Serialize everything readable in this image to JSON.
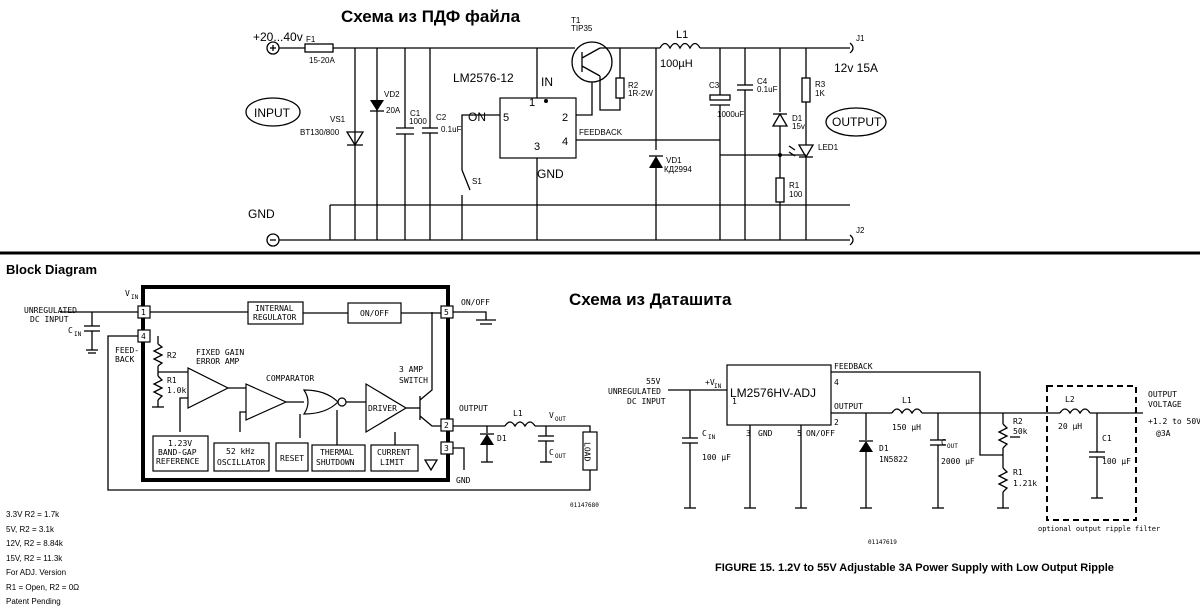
{
  "top": {
    "title": "Схема из ПДФ файла",
    "vin": "+20...40v",
    "f1": "F1",
    "fuse": "15-20A",
    "input": "INPUT",
    "gnd": "GND",
    "vs1": "VS1",
    "vs1_part": "BT130/800",
    "vd2": "VD2",
    "vd2_val": "20A",
    "c1": "C1",
    "c1_val": "1000",
    "c2": "C2",
    "c2_val": "0.1uF",
    "ic": "LM2576-12",
    "pin_in": "IN",
    "pin1": "1",
    "pin2": "2",
    "pin3": "3",
    "pin4": "4",
    "pin5": "5",
    "on": "ON",
    "feedback": "FEEDBACK",
    "gnd_pin": "GND",
    "s1": "S1",
    "t1": "T1",
    "t1_part": "TIP35",
    "r2": "R2",
    "r2_val": "1R-2W",
    "l1": "L1",
    "l1_val": "100µH",
    "vd1": "VD1",
    "vd1_part": "КД2994",
    "c3": "C3",
    "c3_val": "1000uF",
    "c4": "C4",
    "c4_val": "0.1uF",
    "r3": "R3",
    "r3_val": "1K",
    "d1": "D1",
    "d1_val": "15v",
    "led1": "LED1",
    "r1": "R1",
    "r1_val": "100",
    "j1": "J1",
    "j2": "J2",
    "out_rating": "12v 15A",
    "output": "OUTPUT"
  },
  "block": {
    "title": "Block Diagram",
    "unreg": "UNREGULATED",
    "dc_input": "DC INPUT",
    "vin": "V",
    "vin_sub": "IN",
    "cin": "C",
    "cin_sub": "IN",
    "feedback": "FEED-",
    "feedback2": "BACK",
    "r2": "R2",
    "r1": "R1",
    "r1_val": "1.0k",
    "fixed_gain": "FIXED GAIN",
    "error_amp": "ERROR AMP",
    "comparator": "COMPARATOR",
    "internal_reg": "INTERNAL",
    "internal_reg2": "REGULATOR",
    "onoff": "ON/OFF",
    "onoff_pin": "ON/OFF",
    "amp_switch": "3 AMP",
    "amp_switch2": "SWITCH",
    "driver": "DRIVER",
    "output": "OUTPUT",
    "l1": "L1",
    "vout": "V",
    "vout_sub": "OUT",
    "d1": "D1",
    "cout": "C",
    "cout_sub": "OUT",
    "load": "LOAD",
    "gnd": "GND",
    "bandgap1": "1.23V",
    "bandgap2": "BAND-GAP",
    "bandgap3": "REFERENCE",
    "osc1": "52 kHz",
    "osc2": "OSCILLATOR",
    "reset": "RESET",
    "thermal1": "THERMAL",
    "thermal2": "SHUTDOWN",
    "current1": "CURRENT",
    "current2": "LIMIT",
    "p1": "1",
    "p2": "2",
    "p3": "3",
    "p4": "4",
    "p5": "5",
    "code": "01147680"
  },
  "notes": [
    "3.3V R2 = 1.7k",
    "5V, R2 = 3.1k",
    "12V, R2 = 8.84k",
    "15V, R2 = 11.3k",
    "For ADJ. Version",
    "R1 = Open, R2 = 0Ω",
    "Patent Pending"
  ],
  "datasheet": {
    "title": "Схема из Даташита",
    "vin1": "55V",
    "vin2": "UNREGULATED",
    "vin3": "DC INPUT",
    "vin_pin": "+V",
    "vin_pin_sub": "IN",
    "ic": "LM2576HV-ADJ",
    "feedback": "FEEDBACK",
    "output": "OUTPUT",
    "gnd": "GND",
    "onoff": "ON/OFF",
    "p1": "1",
    "p2": "2",
    "p3": "3",
    "p4": "4",
    "p5": "5",
    "cin": "C",
    "cin_sub": "IN",
    "cin_val": "100 µF",
    "d1": "D1",
    "d1_part": "1N5822",
    "l1": "L1",
    "l1_val": "150 µH",
    "cout": "C",
    "cout_sub": "OUT",
    "cout_val": "2000 µF",
    "r2": "R2",
    "r2_val": "50k",
    "r1": "R1",
    "r1_val": "1.21k",
    "l2": "L2",
    "l2_val": "20 µH",
    "c1": "C1",
    "c1_val": "100 µF",
    "filter": "optional output ripple filter",
    "out1": "OUTPUT",
    "out2": "VOLTAGE",
    "out3": "+1.2 to 50V",
    "out4": "@3A",
    "code": "01147619",
    "caption": "FIGURE 15. 1.2V to 55V Adjustable 3A Power Supply with Low Output Ripple"
  }
}
